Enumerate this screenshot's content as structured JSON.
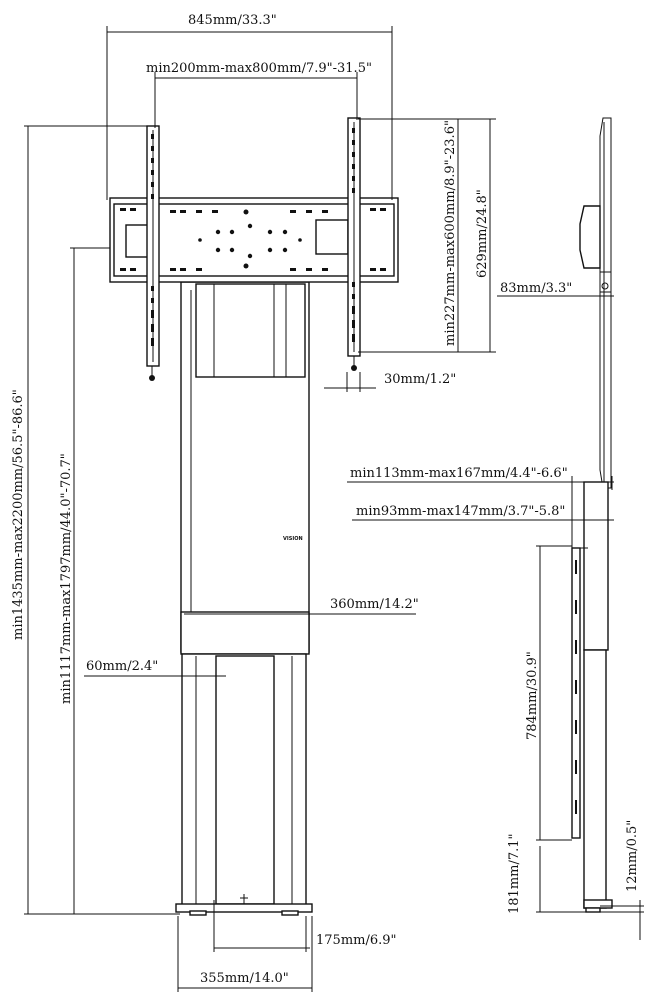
{
  "dimensions": {
    "overall_width": "845mm/33.3\"",
    "vesa_width": "min200mm-max800mm/7.9\"-31.5\"",
    "vesa_height": "min227mm-max600mm/8.9\"-23.6\"",
    "bracket_height": "629mm/24.8\"",
    "side_depth": "83mm/3.3\"",
    "bracket_offset": "30mm/1.2\"",
    "total_height": "min1435mm-max2200mm/56.5\"-86.6\"",
    "column_height": "min1117mm-max1797mm/44.0\"-70.7\"",
    "depth_max": "min113mm-max167mm/4.4\"-6.6\"",
    "depth_min": "min93mm-max147mm/3.7\"-5.8\"",
    "column_width": "360mm/14.2\"",
    "column_inset": "60mm/2.4\"",
    "lower_height": "784mm/30.9\"",
    "floor_gap": "12mm/0.5\"",
    "base_height": "181mm/7.1\"",
    "foot_span": "175mm/6.9\"",
    "base_width": "355mm/14.0\""
  },
  "logo_text": "VISION"
}
